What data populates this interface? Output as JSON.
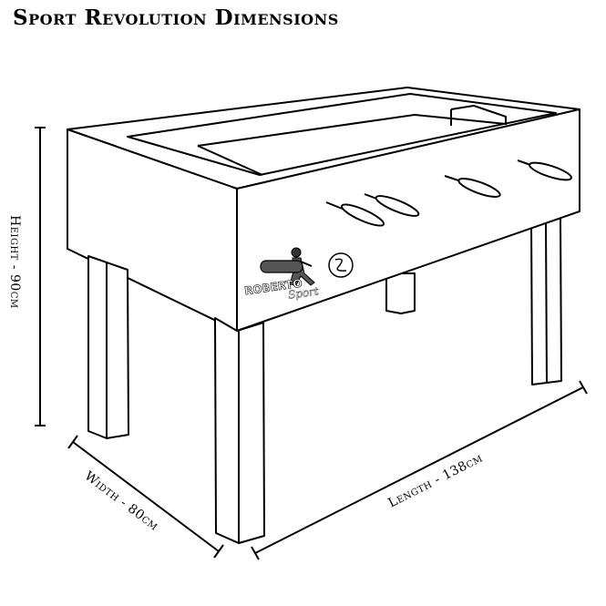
{
  "title": "Sport Revolution Dimensions",
  "dimensions": {
    "height_label": "Height - 90cm",
    "width_label": "Width - 80cm",
    "length_label": "Length - 138cm"
  },
  "logo": {
    "brand": "ROBERTO",
    "sub": "Sport"
  },
  "icons": [
    "roberto-sport-logo-icon",
    "foosball-player-icon",
    "se-badge-icon"
  ]
}
